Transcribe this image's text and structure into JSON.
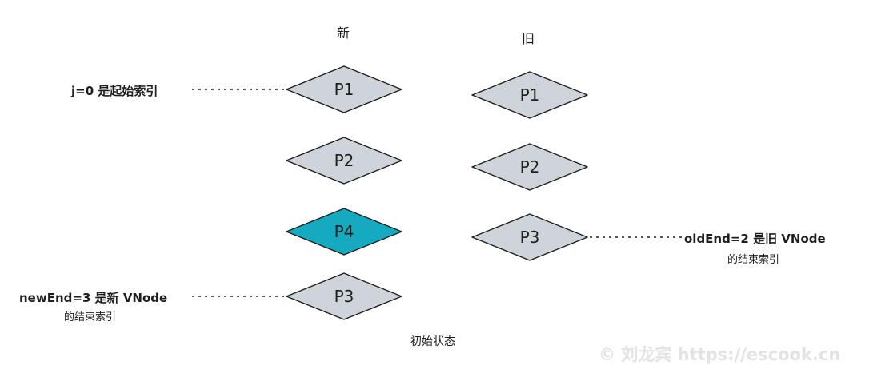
{
  "columns": {
    "new_label": "新",
    "old_label": "旧"
  },
  "new_nodes": [
    {
      "label": "P1",
      "fill": "#ced4da"
    },
    {
      "label": "P2",
      "fill": "#ced4da"
    },
    {
      "label": "P4",
      "fill": "#15aabf"
    },
    {
      "label": "P3",
      "fill": "#ced4da"
    }
  ],
  "old_nodes": [
    {
      "label": "P1",
      "fill": "#ced4da"
    },
    {
      "label": "P2",
      "fill": "#ced4da"
    },
    {
      "label": "P3",
      "fill": "#ced4da"
    }
  ],
  "annotations": {
    "j_start": "j=0 是起始索引",
    "new_end_line1": "newEnd=3 是新 VNode",
    "new_end_line2": "的结束索引",
    "old_end_line1": "oldEnd=2 是旧 VNode",
    "old_end_line2": "的结束索引"
  },
  "caption": "初始状态",
  "watermark": "© 刘龙宾 https://escook.cn",
  "colors": {
    "stroke": "#1e1e1e",
    "node_default": "#ced4da",
    "node_highlight": "#15aabf"
  }
}
